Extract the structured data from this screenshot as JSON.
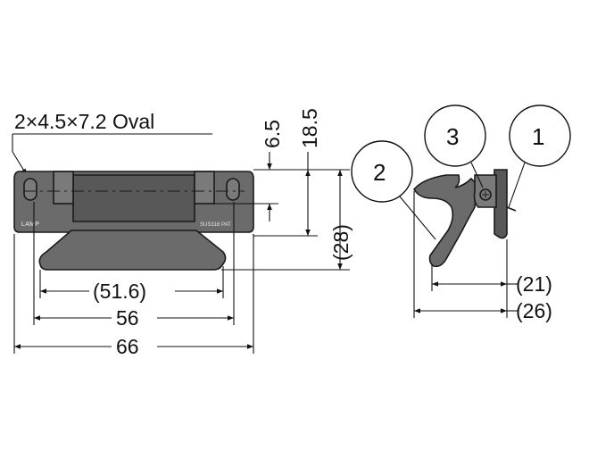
{
  "callout_hole": "2×4.5×7.2 Oval",
  "dims": {
    "d_6_5": "6.5",
    "d_18_5": "18.5",
    "d_28": "(28)",
    "d_51_6": "(51.6)",
    "d_56": "56",
    "d_66": "66",
    "d_21": "(21)",
    "d_26": "(26)"
  },
  "markings": {
    "brand": "LAMP",
    "material": "SUS316 PAT"
  },
  "part_labels": [
    "1",
    "2",
    "3"
  ]
}
